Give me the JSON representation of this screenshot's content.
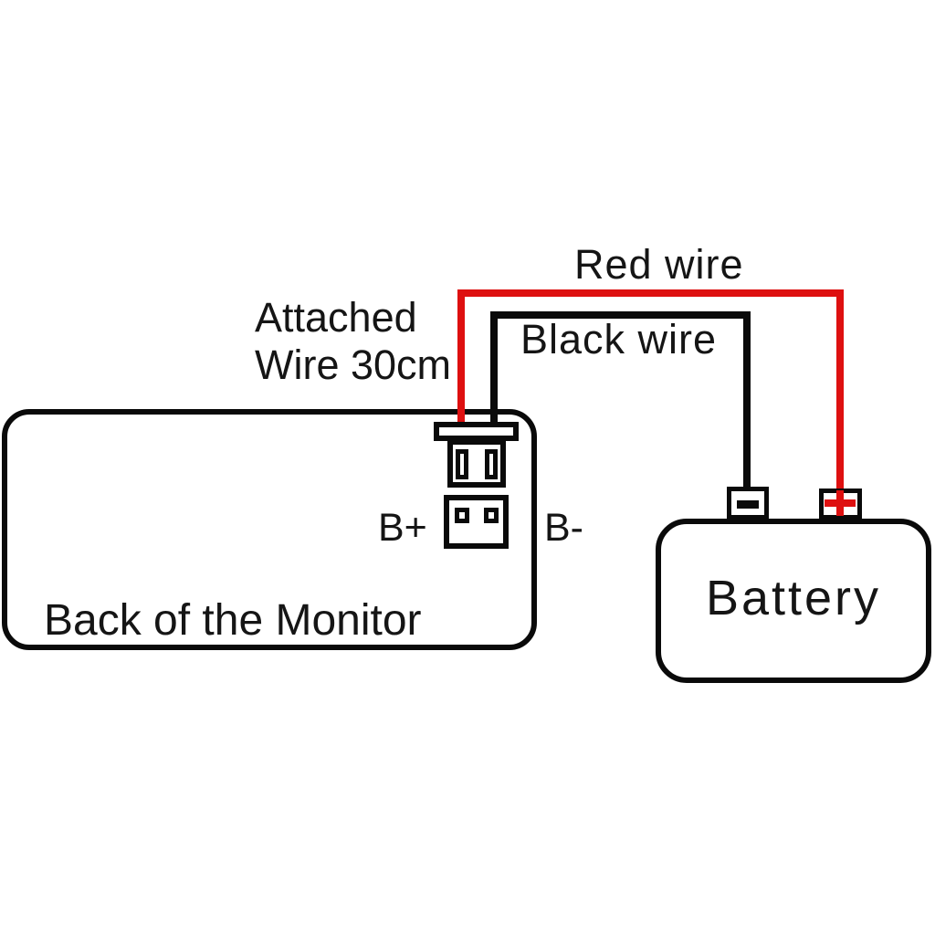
{
  "colors": {
    "red_wire": "#de1010",
    "black_wire": "#0a0a0a",
    "background": "#ffffff"
  },
  "labels": {
    "red_wire": "Red wire",
    "black_wire": "Black wire",
    "attached_wire_line1": "Attached",
    "attached_wire_line2": "Wire 30cm",
    "monitor": "Back of the Monitor",
    "battery": "Battery",
    "connector_positive": "B+",
    "connector_negative": "B-",
    "battery_negative_symbol": "-",
    "battery_positive_symbol": "+"
  }
}
